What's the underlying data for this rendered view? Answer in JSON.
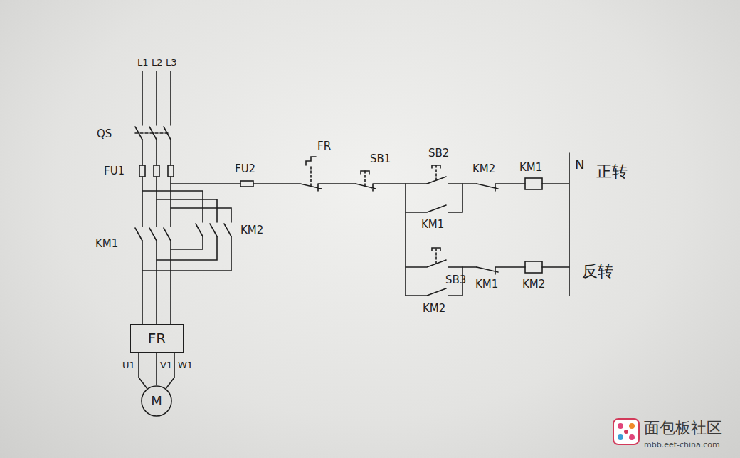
{
  "diagram": {
    "nodes": [
      {
        "text": [
          "FR"
        ]
      },
      {
        "text": [
          "M"
        ]
      }
    ],
    "edges": [
      {
        "from": 0,
        "to": 1,
        "arrow": "none"
      },
      {
        "from": 0,
        "to": 1,
        "arrow": "none"
      },
      {
        "from": 0,
        "to": 1,
        "arrow": "none"
      }
    ],
    "labels": [
      "L1",
      "L2",
      "L3",
      "QS",
      "FU1",
      "FU2",
      "FR",
      "SB1",
      "SB2",
      "KM2",
      "KM1",
      "N",
      "正转",
      "KM1",
      "SB3",
      "KM1",
      "KM2",
      "反转",
      "KM2",
      "KM1",
      "KM2",
      "U1",
      "V1",
      "W1",
      "面包板社区",
      "mbb.eet-china.com"
    ]
  }
}
